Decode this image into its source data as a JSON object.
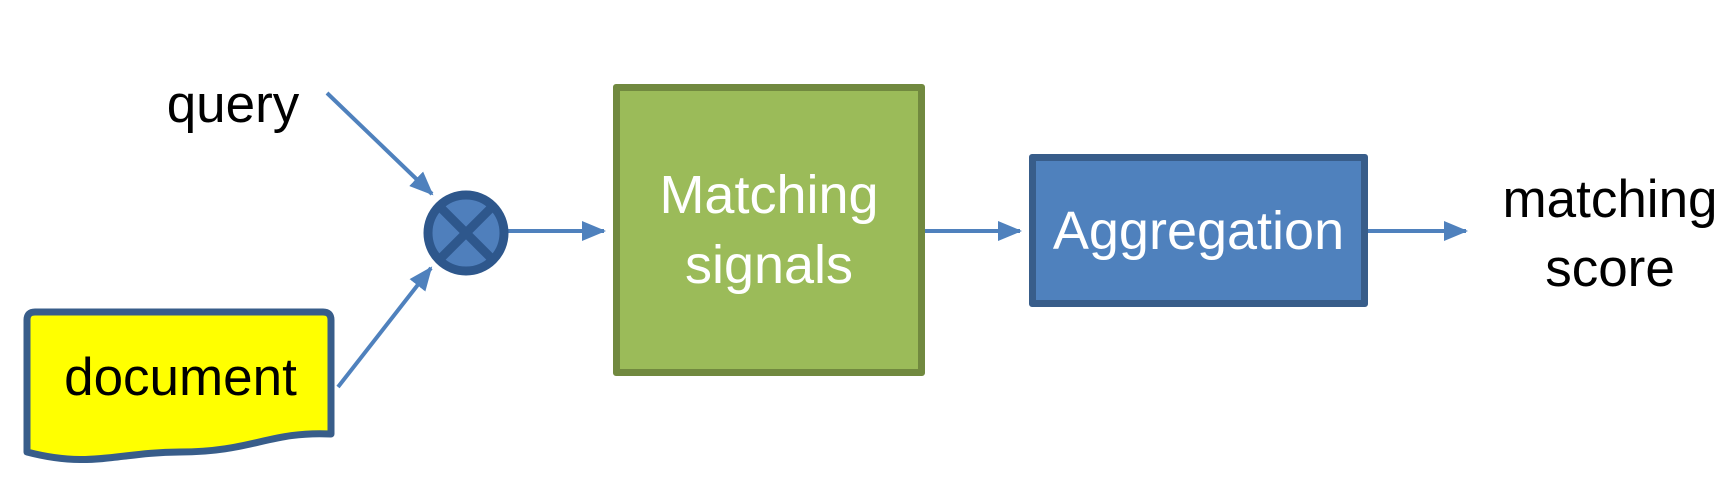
{
  "diagram": {
    "type": "flow-diagram",
    "labels": {
      "query": "query",
      "document": "document",
      "matching_signals": "Matching\nsignals",
      "aggregation": "Aggregation",
      "matching_score": "matching\nscore"
    },
    "nodes": [
      {
        "id": "query",
        "kind": "text-label",
        "label": "query"
      },
      {
        "id": "document",
        "kind": "document-shape",
        "label": "document"
      },
      {
        "id": "multiply",
        "kind": "circled-times-operator",
        "label": ""
      },
      {
        "id": "matching-signals",
        "kind": "process-box",
        "label": "Matching signals"
      },
      {
        "id": "aggregation",
        "kind": "process-box",
        "label": "Aggregation"
      },
      {
        "id": "matching-score",
        "kind": "text-label",
        "label": "matching score"
      }
    ],
    "edges": [
      {
        "from": "query",
        "to": "multiply"
      },
      {
        "from": "document",
        "to": "multiply"
      },
      {
        "from": "multiply",
        "to": "matching-signals"
      },
      {
        "from": "matching-signals",
        "to": "aggregation"
      },
      {
        "from": "aggregation",
        "to": "matching-score"
      }
    ],
    "colors": {
      "arrow": "#4F81BD",
      "multiply_fill": "#4F7FBC",
      "multiply_stroke": "#2E578C",
      "green_fill": "#9BBB59",
      "green_border": "#71893F",
      "blue_fill": "#4F81BD",
      "blue_border": "#385D8A",
      "document_fill": "#FFFF00",
      "document_border": "#385D8A",
      "text_dark": "#000000",
      "text_light": "#FFFFFF"
    }
  }
}
